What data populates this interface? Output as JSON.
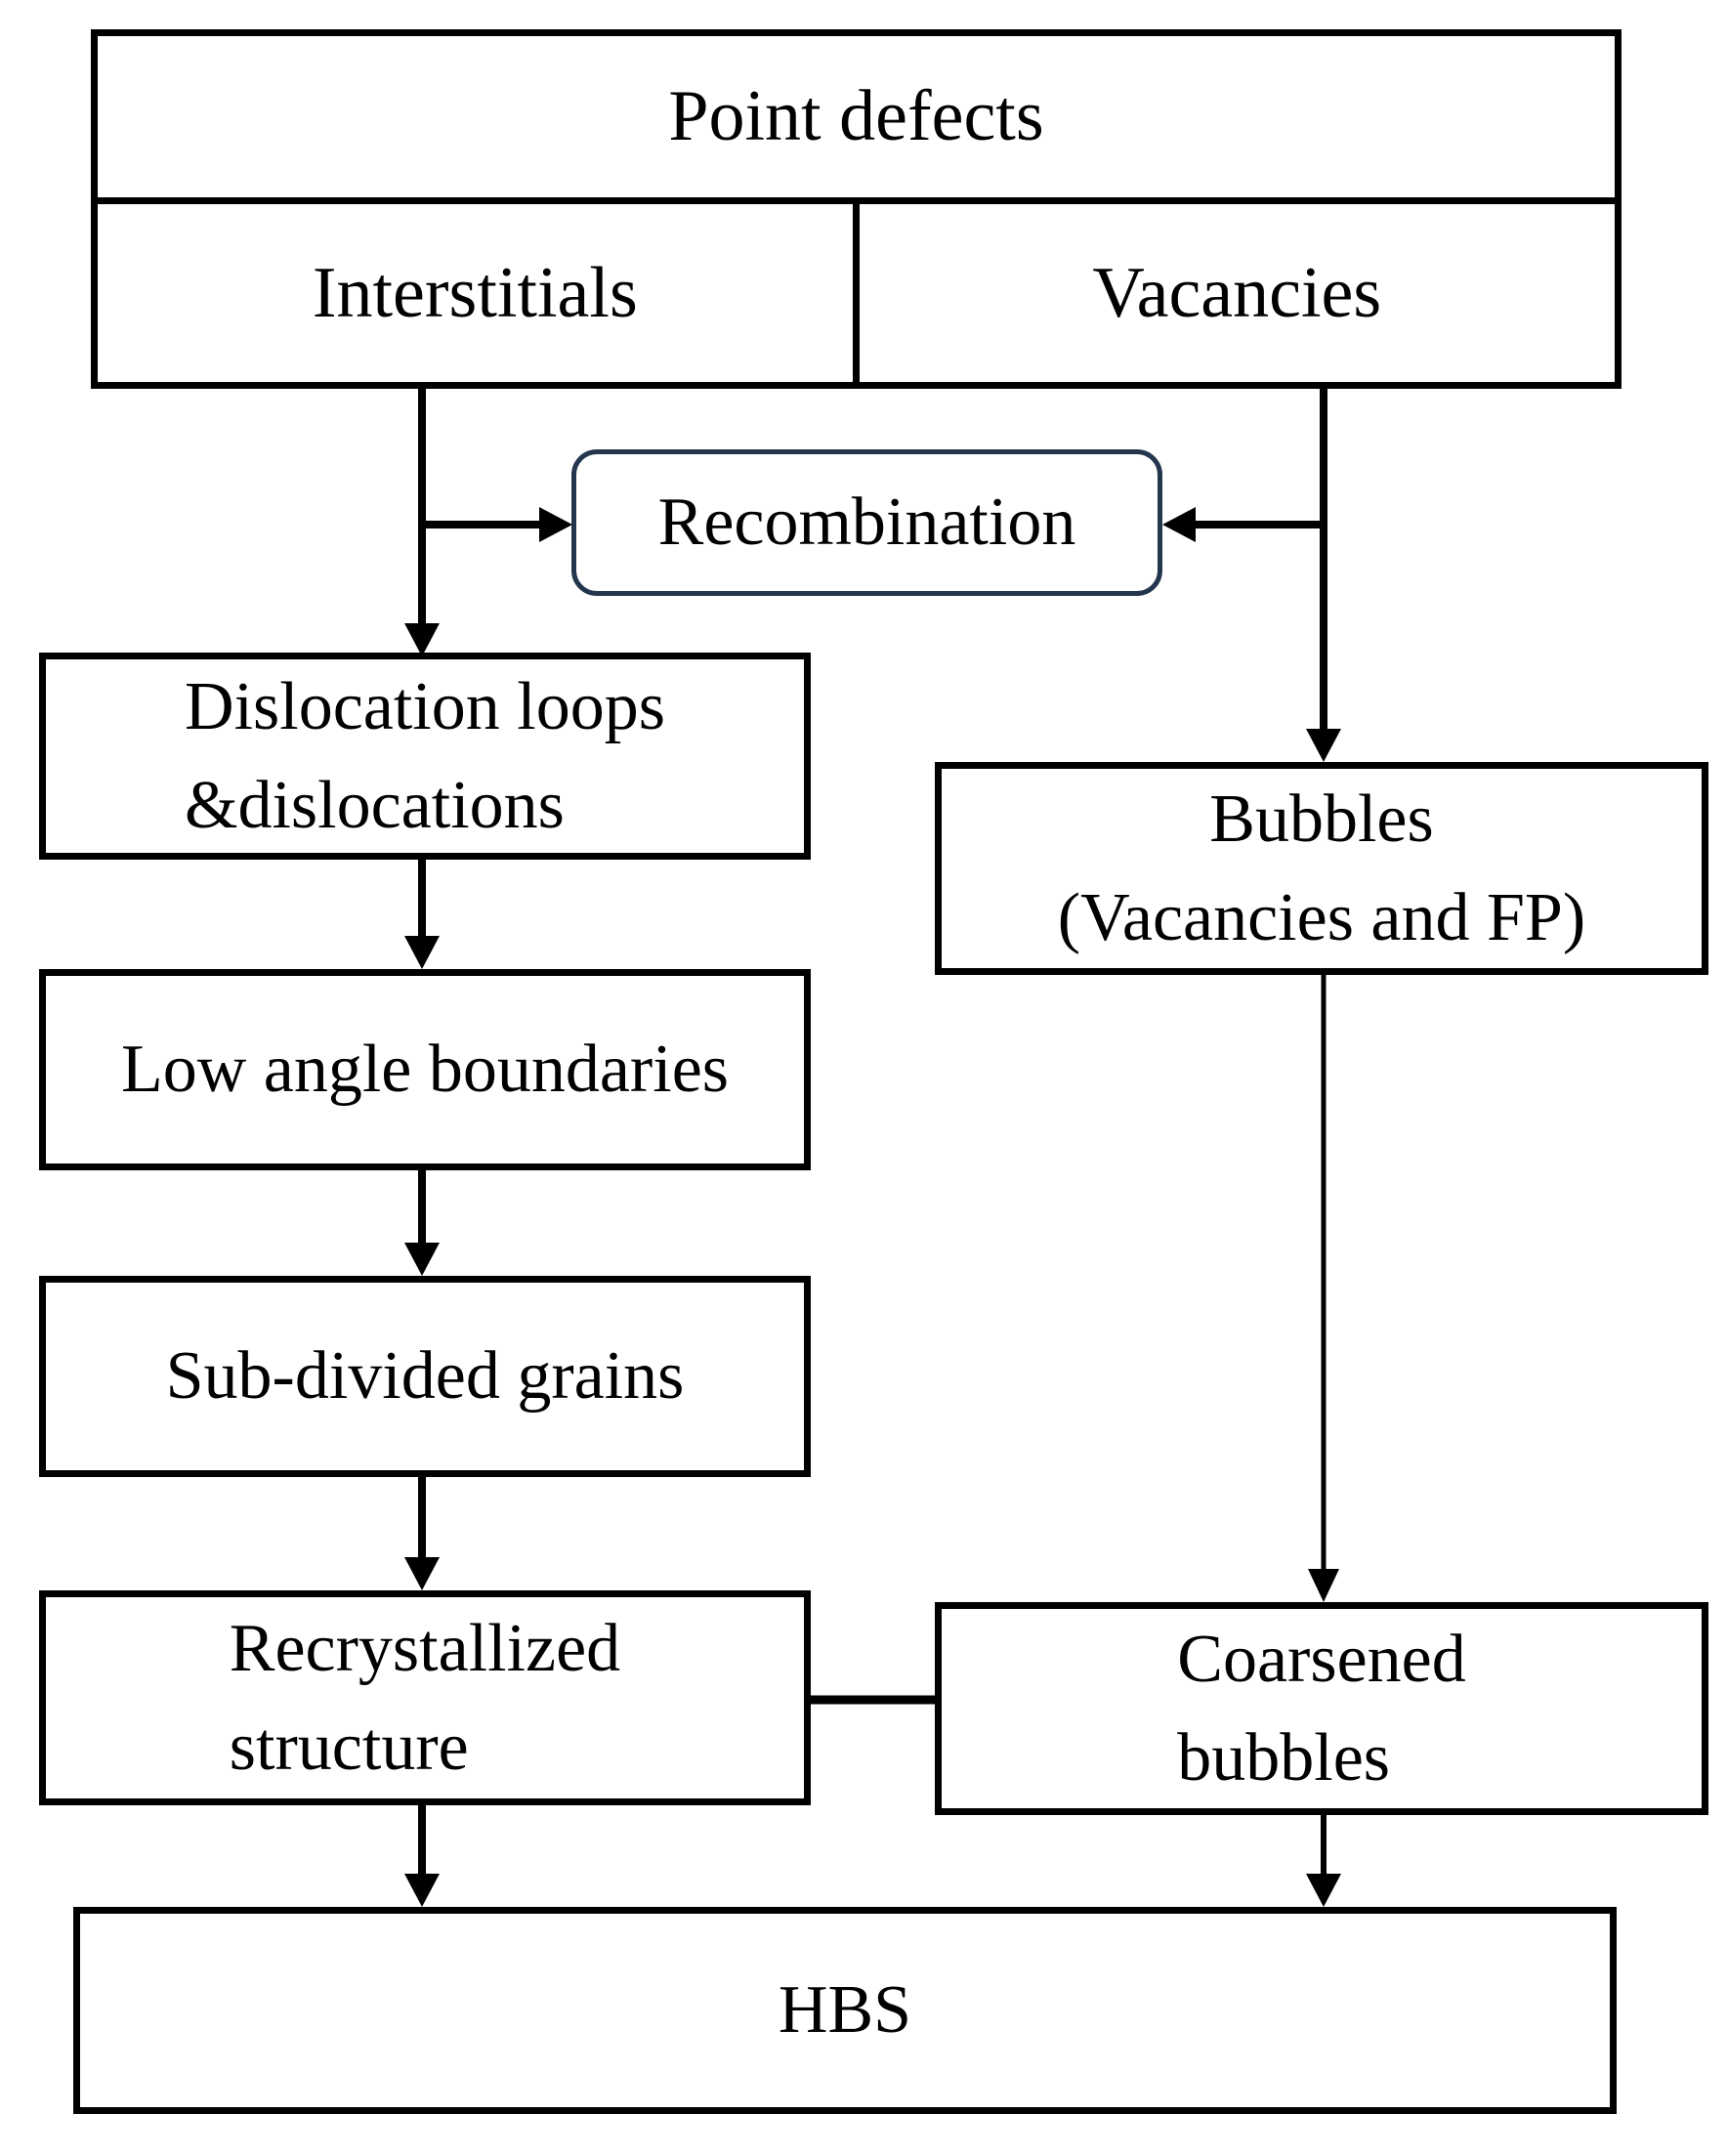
{
  "colors": {
    "background": "#ffffff",
    "box_border": "#000000",
    "text": "#000000",
    "arrow": "#000000",
    "recombination_border": "#23364e"
  },
  "nodes": {
    "point_defects": {
      "label": "Point defects"
    },
    "interstitials": {
      "label": "Interstitials"
    },
    "vacancies": {
      "label": "Vacancies"
    },
    "recombination": {
      "label": "Recombination"
    },
    "dislocation_loops": {
      "line1": "Dislocation loops",
      "line2": "&dislocations"
    },
    "low_angle_boundaries": {
      "label": "Low angle boundaries"
    },
    "sub_divided_grains": {
      "label": "Sub-divided grains"
    },
    "recrystallized_structure": {
      "line1": "Recrystallized",
      "line2": "structure"
    },
    "bubbles": {
      "line1": "Bubbles",
      "line2": "(Vacancies and FP)"
    },
    "coarsened_bubbles": {
      "line1": "Coarsened",
      "line2": "bubbles"
    },
    "hbs": {
      "label": "HBS"
    }
  },
  "edges": [
    {
      "from": "Interstitials",
      "to": "Recombination",
      "style": "arrow"
    },
    {
      "from": "Vacancies",
      "to": "Recombination",
      "style": "arrow"
    },
    {
      "from": "Interstitials",
      "to": "Dislocation loops &dislocations",
      "style": "arrow"
    },
    {
      "from": "Vacancies",
      "to": "Bubbles (Vacancies and FP)",
      "style": "arrow"
    },
    {
      "from": "Dislocation loops &dislocations",
      "to": "Low angle boundaries",
      "style": "arrow"
    },
    {
      "from": "Low angle boundaries",
      "to": "Sub-divided grains",
      "style": "arrow"
    },
    {
      "from": "Sub-divided grains",
      "to": "Recrystallized structure",
      "style": "arrow"
    },
    {
      "from": "Recrystallized structure",
      "to": "HBS",
      "style": "arrow"
    },
    {
      "from": "Bubbles (Vacancies and FP)",
      "to": "Coarsened bubbles",
      "style": "arrow"
    },
    {
      "from": "Recrystallized structure",
      "to": "Coarsened bubbles",
      "style": "plain-line"
    },
    {
      "from": "Coarsened bubbles",
      "to": "HBS",
      "style": "arrow"
    }
  ]
}
